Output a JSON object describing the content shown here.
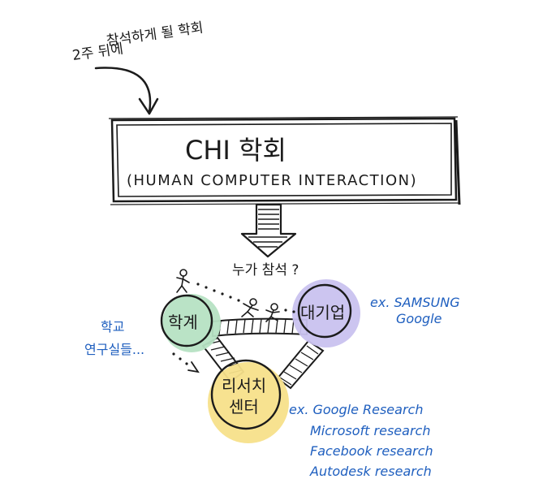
{
  "top_note": {
    "line1": "2주 뒤에",
    "line2": "참석하게 될 학회"
  },
  "conference_box": {
    "title": "CHI 학회",
    "subtitle": "(HUMAN COMPUTER INTERACTION)"
  },
  "arrow_caption": "누가 참석 ?",
  "nodes": {
    "academia": {
      "label": "학계",
      "color": "#b6e2c3"
    },
    "industry": {
      "label": "대기업",
      "color": "#c9c2ef"
    },
    "research_center": {
      "line1": "리서치",
      "line2": "센터",
      "color": "#f7e08a"
    }
  },
  "annotations": {
    "academia_note": {
      "line1": "학교",
      "line2": "연구실들..."
    },
    "industry_examples": {
      "line1": "ex. SAMSUNG",
      "line2": "Google"
    },
    "research_examples": [
      "ex. Google Research",
      "Microsoft research",
      "Facebook research",
      "Autodesk research"
    ]
  },
  "colors": {
    "ink": "#1b1b1b",
    "note_blue": "#1f5fbf"
  }
}
